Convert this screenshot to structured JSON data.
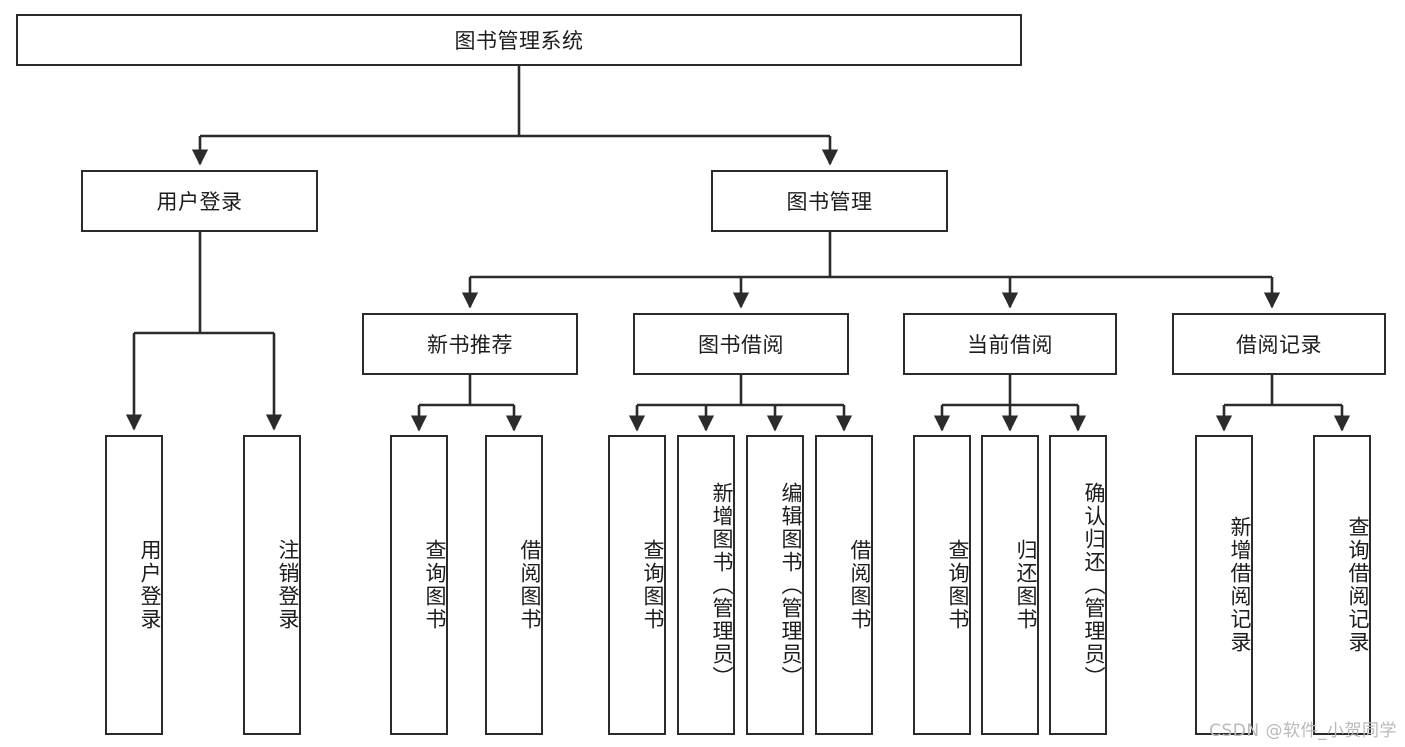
{
  "diagram": {
    "title": "图书管理系统",
    "type": "tree-flowchart",
    "colors": {
      "box_stroke": "#2b2b2b",
      "box_fill": "#ffffff",
      "edge": "#2b2b2b",
      "text": "#1d1d1d",
      "watermark": "#b9b9b9"
    },
    "root": {
      "label": "图书管理系统"
    },
    "level2": [
      {
        "id": "user-login",
        "label": "用户登录"
      },
      {
        "id": "book-manage",
        "label": "图书管理"
      }
    ],
    "level3": [
      {
        "id": "new-book-recommend",
        "label": "新书推荐"
      },
      {
        "id": "book-borrow",
        "label": "图书借阅"
      },
      {
        "id": "current-borrow",
        "label": "当前借阅"
      },
      {
        "id": "borrow-record",
        "label": "借阅记录"
      }
    ],
    "leaves": {
      "user_login": [
        {
          "id": "leaf-user-login",
          "label": "用户登录"
        },
        {
          "id": "leaf-logout-login",
          "label": "注销登录"
        }
      ],
      "new_book_recommend": [
        {
          "id": "leaf-query-book-1",
          "label": "查询图书"
        },
        {
          "id": "leaf-borrow-book-1",
          "label": "借阅图书"
        }
      ],
      "book_borrow": [
        {
          "id": "leaf-query-book-2",
          "label": "查询图书"
        },
        {
          "id": "leaf-add-book",
          "label": "新增图书（管理员）"
        },
        {
          "id": "leaf-edit-book",
          "label": "编辑图书（管理员）"
        },
        {
          "id": "leaf-borrow-book-2",
          "label": "借阅图书"
        }
      ],
      "current_borrow": [
        {
          "id": "leaf-query-book-3",
          "label": "查询图书"
        },
        {
          "id": "leaf-return-book",
          "label": "归还图书"
        },
        {
          "id": "leaf-confirm-return",
          "label": "确认归还（管理员）"
        }
      ],
      "borrow_record": [
        {
          "id": "leaf-add-record",
          "label": "新增借阅记录"
        },
        {
          "id": "leaf-query-record",
          "label": "查询借阅记录"
        }
      ]
    },
    "watermark": "CSDN @软件_小贺同学"
  }
}
